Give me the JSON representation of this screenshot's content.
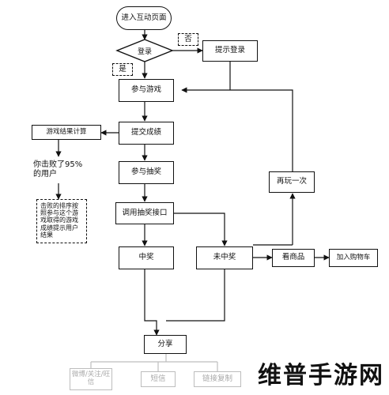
{
  "nodes": {
    "enter_page": "进入互动页面",
    "login_decision": "登录",
    "no_label": "否",
    "yes_label": "是",
    "prompt_login": "提示登录",
    "join_game": "参与游戏",
    "submit_score": "提交成绩",
    "game_result_calc": "游戏结果计算",
    "beat_percent": "你击败了95%的用户",
    "note": "击败的排序按照参与这个游戏取得的游戏成绩提示用户结果",
    "join_lottery": "参与抽奖",
    "call_lottery_api": "调用抽奖接口",
    "win": "中奖",
    "lose": "未中奖",
    "play_again": "再玩一次",
    "view_products": "看商品",
    "add_to_cart": "加入购物车",
    "share": "分享",
    "share_weibo": "微博/关注/旺信",
    "share_sms": "短信",
    "share_copy_link": "链接复制"
  },
  "watermark": "维普手游网"
}
